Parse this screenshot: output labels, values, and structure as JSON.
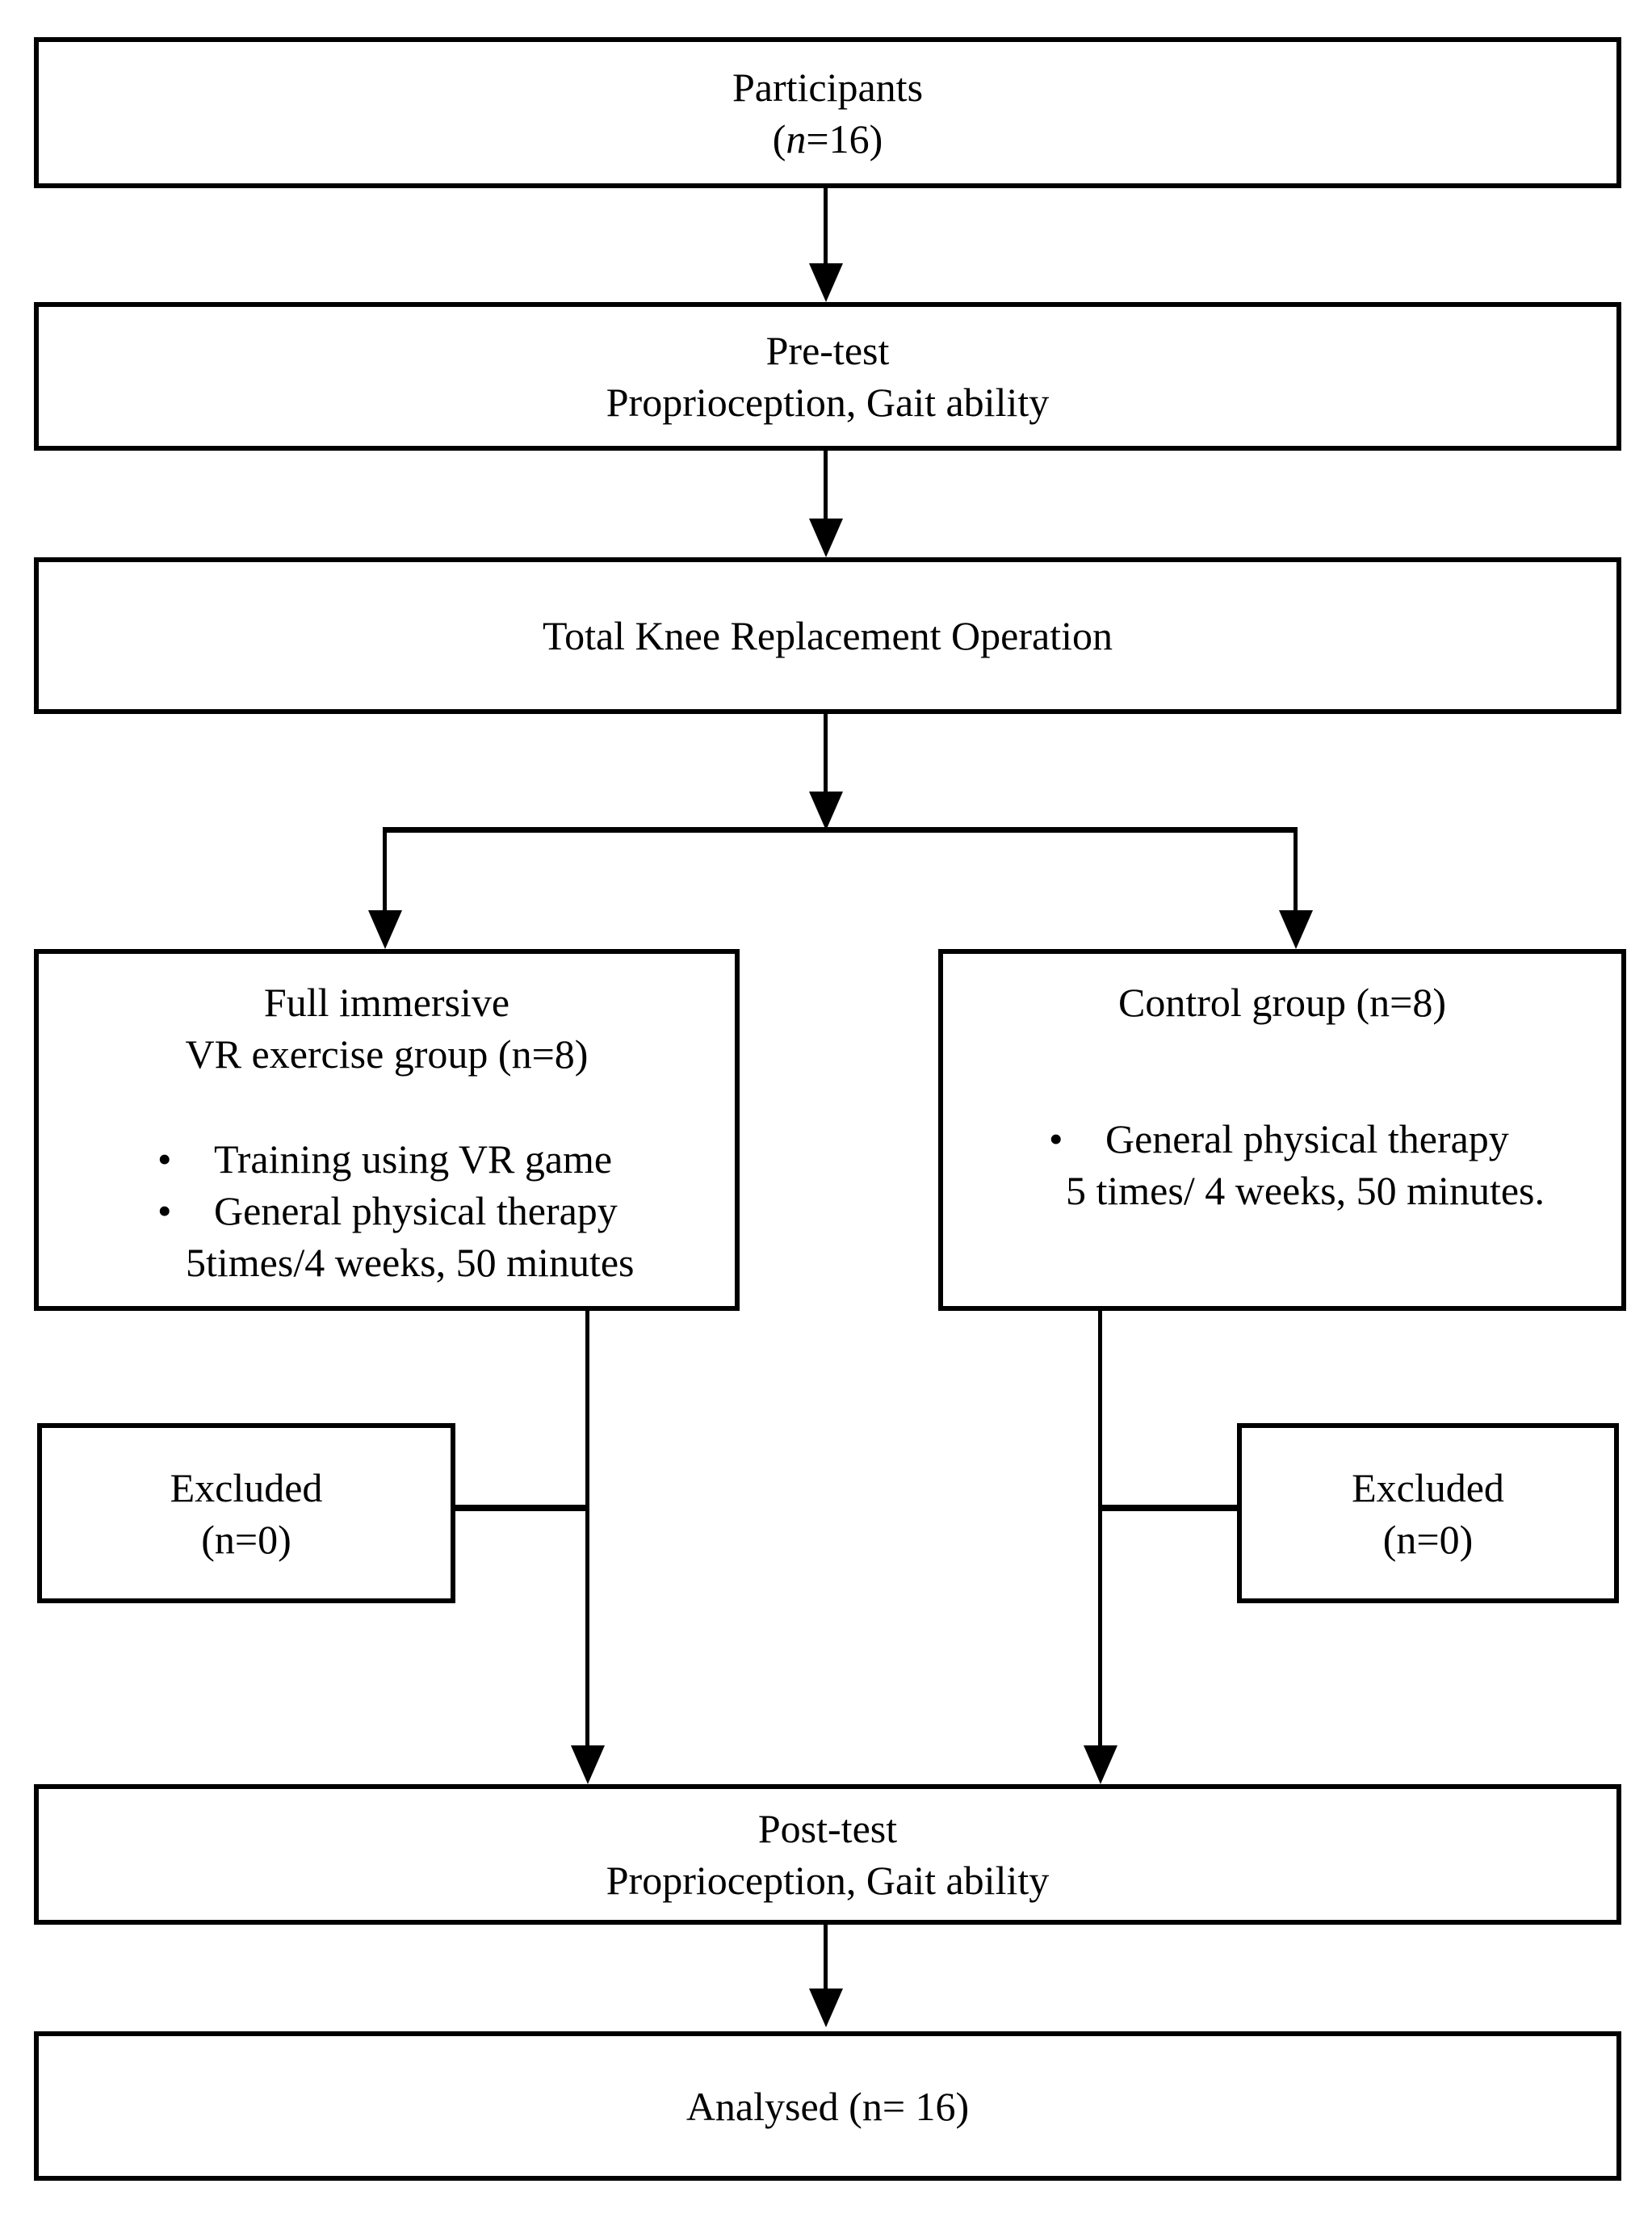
{
  "boxes": {
    "participants": {
      "title": "Participants",
      "count_open": "(",
      "count_var": "n",
      "count_rest": "=16)"
    },
    "pretest": {
      "line1": "Pre-test",
      "line2": "Proprioception, Gait ability"
    },
    "operation": {
      "line1": "Total Knee Replacement Operation"
    },
    "vr_group": {
      "heading_line1": "Full immersive",
      "heading_line2": "VR exercise group (n=8)",
      "bullet_glyph": "•",
      "bullet1": "Training using VR game",
      "bullet2": "General physical therapy",
      "bullet2_continuation": "5times/4 weeks, 50 minutes"
    },
    "control_group": {
      "heading_line1": "Control group (n=8)",
      "bullet_glyph": "•",
      "bullet1": "General physical therapy",
      "bullet1_continuation": "5 times/ 4 weeks, 50 minutes."
    },
    "excluded_left": {
      "line1": "Excluded",
      "line2": "(n=0)"
    },
    "excluded_right": {
      "line1": "Excluded",
      "line2": "(n=0)"
    },
    "posttest": {
      "line1": "Post-test",
      "line2": "Proprioception, Gait ability"
    },
    "analysed": {
      "line1": "Analysed  (n= 16)"
    }
  },
  "colors": {
    "background": "#ffffff",
    "line": "#000000",
    "text": "#000000"
  }
}
